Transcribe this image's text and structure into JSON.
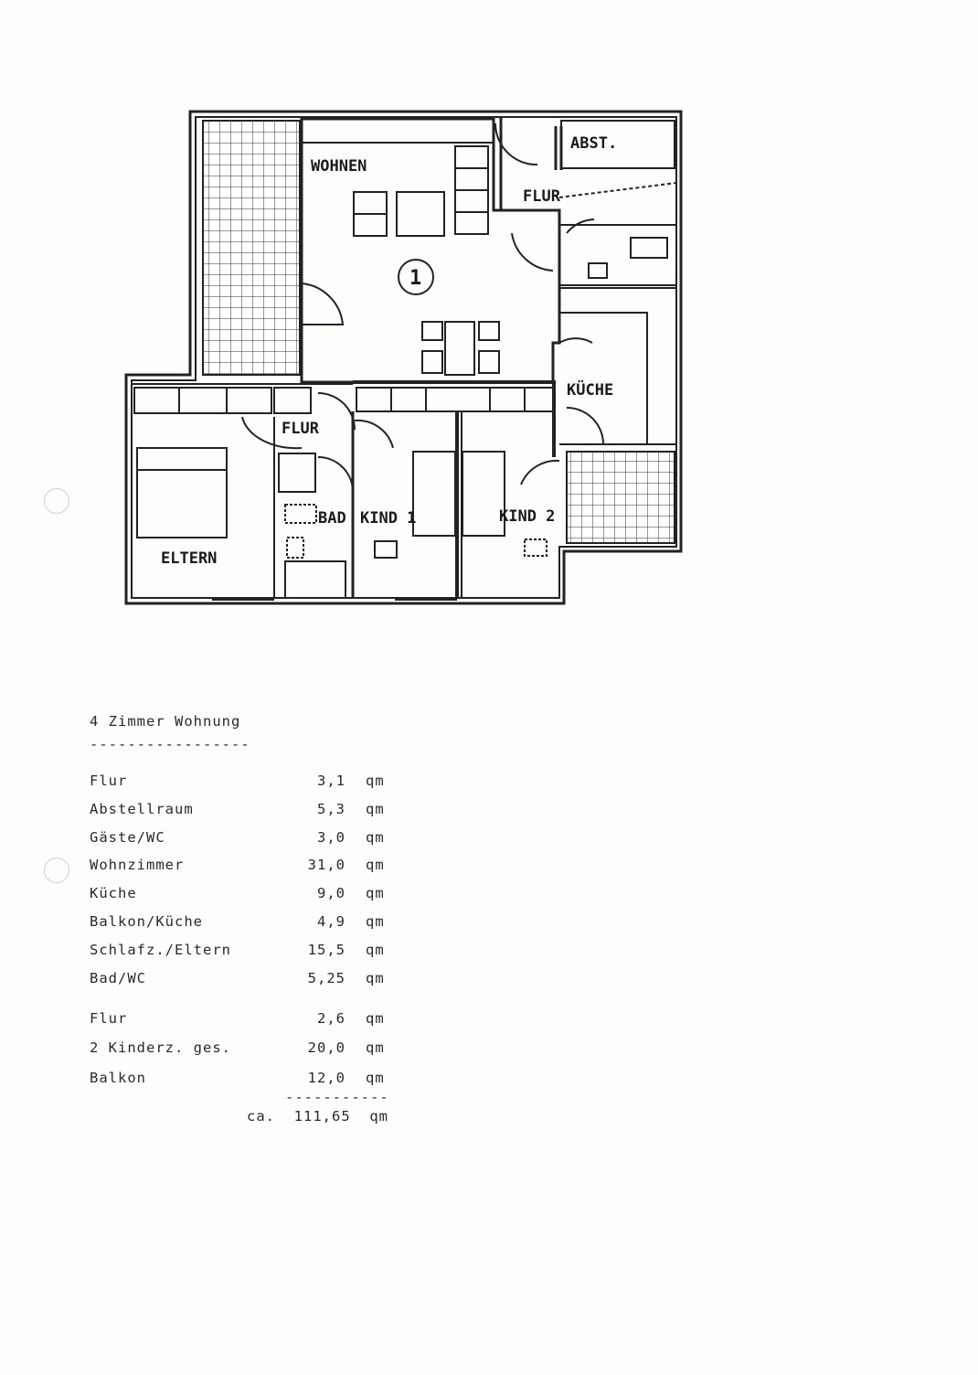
{
  "floorplan": {
    "labels": {
      "wohnen": "WOHNEN",
      "abst": "ABST.",
      "flur_top": "FLUR",
      "flur_bottom": "FLUR",
      "kueche": "KÜCHE",
      "bad": "BAD",
      "kind1": "KIND 1",
      "kind2": "KIND 2",
      "eltern": "ELTERN",
      "unit_number": "1"
    }
  },
  "list": {
    "title": "4 Zimmer Wohnung",
    "title_underline": "-----------------",
    "rooms": [
      {
        "name": "Flur",
        "value": "3,1",
        "unit": "qm"
      },
      {
        "name": "Abstellraum",
        "value": "5,3",
        "unit": "qm"
      },
      {
        "name": "Gäste/WC",
        "value": "3,0",
        "unit": "qm"
      },
      {
        "name": "Wohnzimmer",
        "value": "31,0",
        "unit": "qm"
      },
      {
        "name": "Küche",
        "value": "9,0",
        "unit": "qm"
      },
      {
        "name": "Balkon/Küche",
        "value": "4,9",
        "unit": "qm"
      },
      {
        "name": "Schlafz./Eltern",
        "value": "15,5",
        "unit": "qm"
      },
      {
        "name": "Bad/WC",
        "value": "5,25",
        "unit": "qm"
      },
      {
        "name": "Flur",
        "value": "2,6",
        "unit": "qm"
      },
      {
        "name": "2 Kinderz. ges.",
        "value": "20,0",
        "unit": "qm"
      },
      {
        "name": "Balkon",
        "value": "12,0",
        "unit": "qm"
      }
    ],
    "sum_line": "-----------",
    "total_prefix": "ca.",
    "total_value": "111,65",
    "total_unit": "qm"
  }
}
